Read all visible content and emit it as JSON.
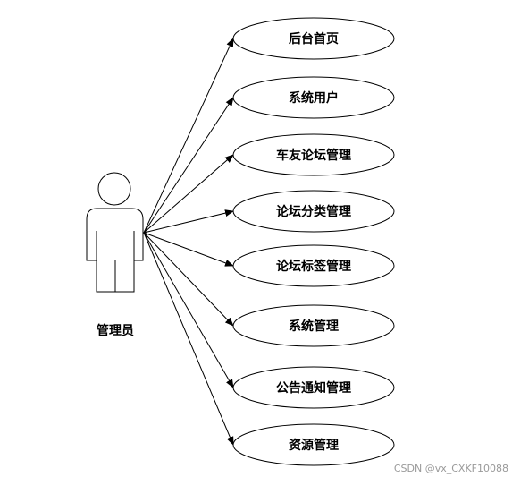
{
  "actor": {
    "label": "管理员"
  },
  "use_cases": [
    {
      "label": "后台首页"
    },
    {
      "label": "系统用户"
    },
    {
      "label": "车友论坛管理"
    },
    {
      "label": "论坛分类管理"
    },
    {
      "label": "论坛标签管理"
    },
    {
      "label": "系统管理"
    },
    {
      "label": "公告通知管理"
    },
    {
      "label": "资源管理"
    }
  ],
  "watermark": "CSDN @vx_CXKF10088"
}
